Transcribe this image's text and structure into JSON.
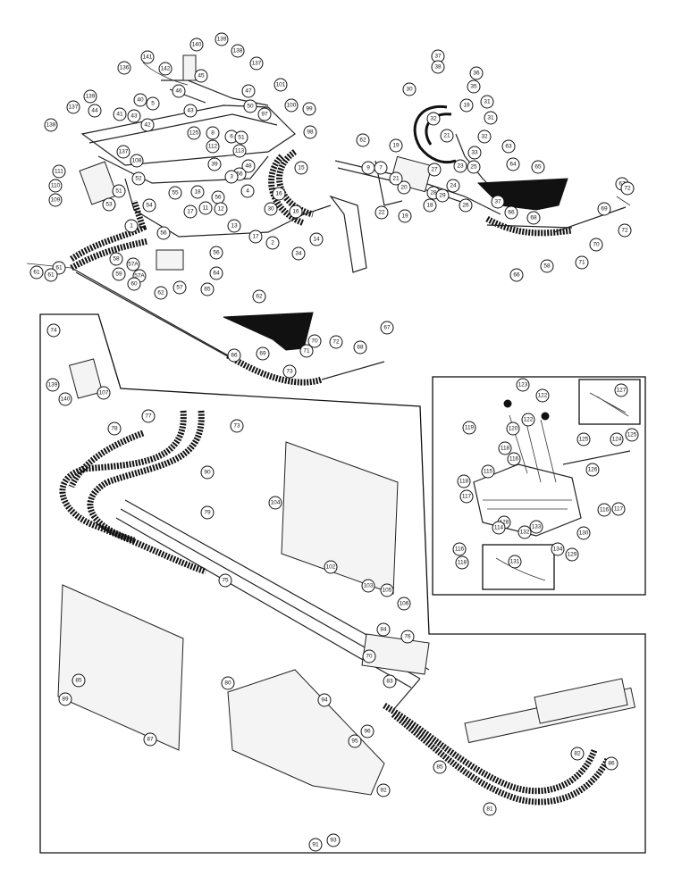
{
  "callouts_top_left": [
    "136",
    "141",
    "140",
    "139",
    "138",
    "137",
    "142",
    "46",
    "45",
    "40",
    "43",
    "5",
    "47",
    "50",
    "101",
    "100",
    "99",
    "98",
    "139",
    "137",
    "44",
    "41",
    "43",
    "42",
    "138",
    "137",
    "125",
    "6",
    "8",
    "51",
    "112",
    "113",
    "39",
    "48",
    "56",
    "97",
    "111",
    "110",
    "109",
    "108",
    "51",
    "52",
    "55",
    "54",
    "53",
    "3",
    "56",
    "4",
    "18",
    "16",
    "15",
    "30",
    "16",
    "17",
    "11",
    "12",
    "13",
    "17",
    "2",
    "14",
    "34",
    "1",
    "56",
    "56",
    "57A",
    "58",
    "57A",
    "59",
    "60",
    "61",
    "57",
    "61",
    "62",
    "64",
    "65",
    "62",
    "66",
    "69",
    "70",
    "71",
    "73",
    "72",
    "67",
    "68"
  ],
  "callouts_top_right": [
    "37",
    "38",
    "36",
    "35",
    "30",
    "31",
    "32",
    "19",
    "31",
    "32",
    "21",
    "33",
    "19",
    "27",
    "23",
    "25",
    "9",
    "7",
    "20",
    "21",
    "28",
    "29",
    "24",
    "64",
    "65",
    "26",
    "37",
    "22",
    "19",
    "18",
    "63",
    "66",
    "67",
    "72",
    "58",
    "68",
    "69",
    "70",
    "72",
    "71",
    "66",
    "61",
    "62"
  ],
  "callouts_inset": [
    "123",
    "122",
    "127",
    "119",
    "120",
    "122",
    "118",
    "116",
    "125",
    "124",
    "125",
    "126",
    "115",
    "118",
    "117",
    "128",
    "114",
    "132",
    "133",
    "116",
    "117",
    "131",
    "116",
    "118",
    "134",
    "129",
    "130"
  ],
  "callouts_bottom": [
    "74",
    "139",
    "140",
    "107",
    "77",
    "78",
    "73",
    "90",
    "79",
    "104",
    "102",
    "75",
    "103",
    "105",
    "106",
    "84",
    "76",
    "70",
    "83",
    "85",
    "89",
    "87",
    "80",
    "94",
    "96",
    "95",
    "92",
    "93",
    "91",
    "82",
    "86",
    "81",
    "85"
  ],
  "colors": {
    "ink": "#111111",
    "paper": "#ffffff",
    "panel": "#f4f4f4"
  }
}
